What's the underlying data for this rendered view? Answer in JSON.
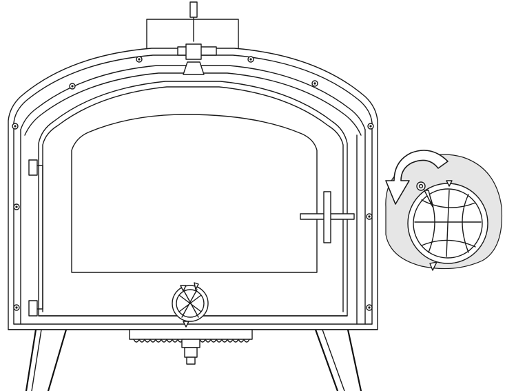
{
  "figure": {
    "subject": "oven-front-with-door-and-air-vent",
    "colors": {
      "line": "#1a1a1a",
      "background": "#ffffff",
      "inset_fill": "#e6e6e6",
      "arrow_fill": "#ffffff"
    }
  },
  "inset": {
    "shows": "air-vent-rotation-detail",
    "rotation": "counterclockwise",
    "icon": "rotate-arrow-icon"
  }
}
